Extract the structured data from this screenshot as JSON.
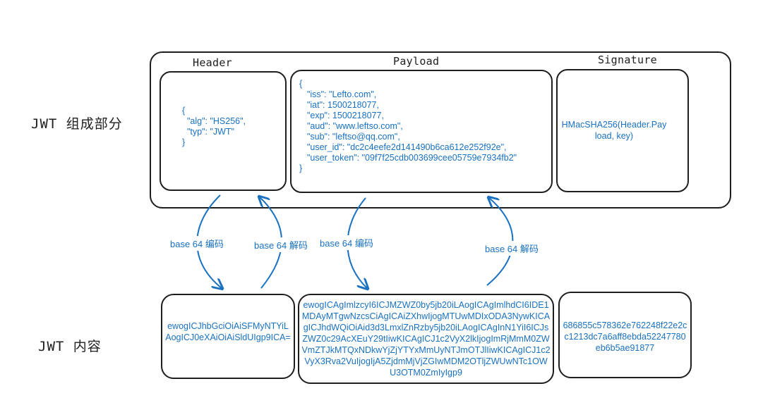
{
  "sections": {
    "header_title": "Header",
    "payload_title": "Payload",
    "signature_title": "Signature"
  },
  "row_labels": {
    "components": "JWT 组成部分",
    "content": "JWT 内容"
  },
  "header_json": {
    "lines": [
      "{",
      "  \"alg\": \"HS256\",",
      "  \"typ\": \"JWT\"",
      "}"
    ]
  },
  "payload_json": {
    "lines": [
      "{",
      "  \"iss\": \"Lefto.com\",",
      "  \"iat\": 1500218077,",
      "  \"exp\": 1500218077,",
      "  \"aud\": \"www.leftso.com\",",
      "  \"sub\": \"leftso@qq.com\",",
      "  \"user_id\": \"dc2c4eefe2d141490b6ca612e252f92e\",",
      "  \"user_token\": \"09f7f25cdb003699cee05759e7934fb2\"",
      "}"
    ]
  },
  "signature_formula": "HMacSHA256(Header.Payload, key)",
  "arrows": {
    "header_encode": "base 64 编码",
    "header_decode": "base 64 解码",
    "payload_encode": "base 64 编码",
    "payload_decode": "base 64 解码"
  },
  "encoded": {
    "header": "ewogICJhbGciOiAiSFMyNTYiLAogICJ0eXAiOiAiSldUIgp9ICA=",
    "payload": "ewogICAgImlzcyI6ICJMZWZ0by5jb20iLAogICAgImlhdCI6IDE1MDAyMTgwNzcsCiAgICAiZXhwIjogMTUwMDIxODA3NywKICAgICJhdWQiOiAid3d3LmxlZnRzby5jb20iLAogICAgInN1YiI6ICJsZWZ0c29AcXEuY29tIiwKICAgICJ1c2VyX2lkIjogImRjMmM0ZWVmZTJkMTQxNDkwYjZjYTYxMmUyNTJmOTJlIiwKICAgICJ1c2VyX3Rva2VuIjogIjA5ZjdmMjVjZGIwMDM2OTljZWUwNTc1OWU3OTM0ZmIyIgp9",
    "signature": "686855c578362e762248f22e2cc1213dc7a6aff8ebda52247780eb6b5ae91877"
  }
}
